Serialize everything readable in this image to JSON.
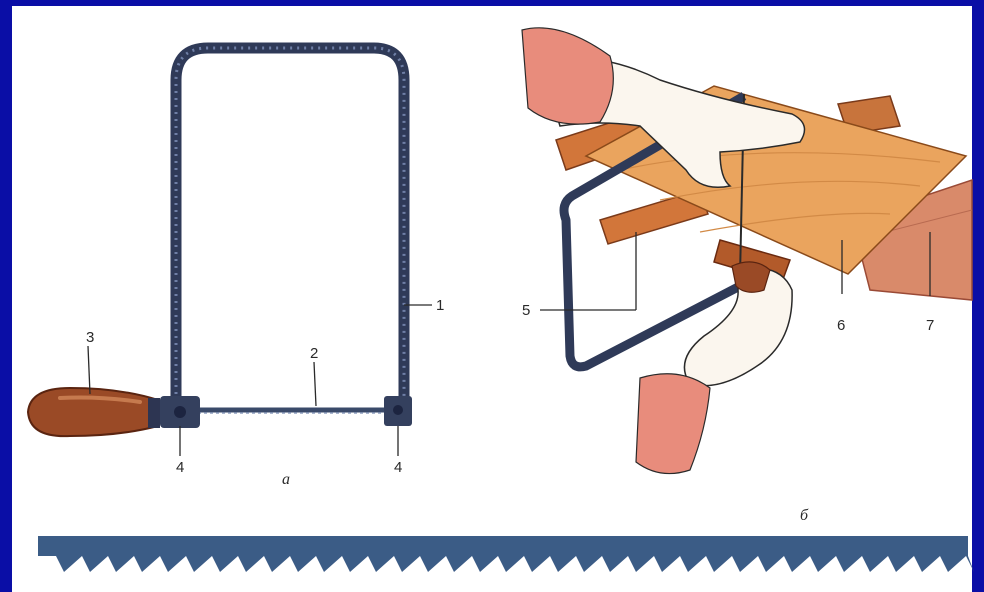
{
  "figure_a": {
    "caption": "а",
    "labels": {
      "frame": "1",
      "blade": "2",
      "handle": "3",
      "clamp_left": "4",
      "clamp_right": "4"
    }
  },
  "figure_b": {
    "caption": "б",
    "labels": {
      "support_board": "5",
      "workpiece": "6",
      "table": "7"
    }
  },
  "colors": {
    "background_border": "#0a0ea6",
    "metal": "#3c4a6e",
    "wood_handle": "#9a4a26",
    "board": "#e9a35a",
    "blade": "#3b5c86"
  }
}
